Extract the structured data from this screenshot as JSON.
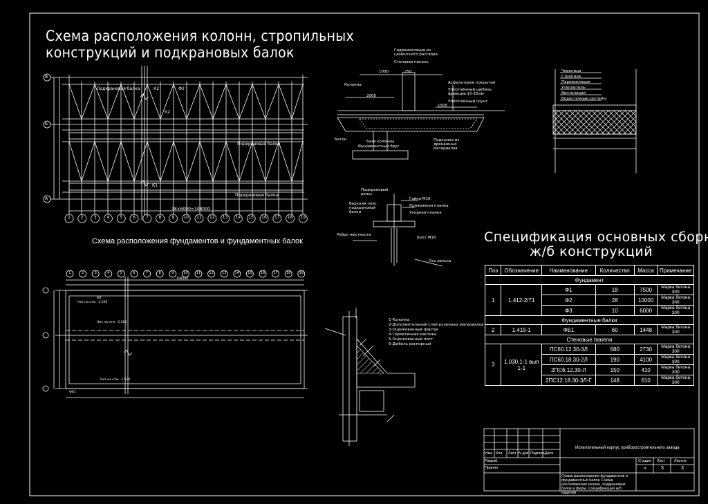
{
  "plan_title_line1": "Схема расположения колонн, стропильных",
  "plan_title_line2": "конструкций и подкрановых балок",
  "foundation_title": "Схема расположения фундаментов и фундаментных балок",
  "spec_title_line1": "Спецификация основных сборных",
  "spec_title_line2": "ж/б конструкций",
  "spec": {
    "headers": [
      "Поз",
      "Обозначение",
      "Наименование",
      "Количество",
      "Масса",
      "Примечание"
    ],
    "section_foundation": "Фундамент",
    "section_beams": "Фундаментные балки",
    "section_panels": "Стеновые панели",
    "pos1": "1",
    "pos1_code": "1.412-2/71",
    "foundation_rows": [
      {
        "name": "Ф1",
        "qty": "18",
        "mass": "7500",
        "note": "Марка бетона 300"
      },
      {
        "name": "Ф2",
        "qty": "28",
        "mass": "10000",
        "note": "Марка бетона 300"
      },
      {
        "name": "Ф3",
        "qty": "10",
        "mass": "6000",
        "note": "Марка бетона 300"
      }
    ],
    "pos2": "2",
    "pos2_code": "1.415-1",
    "beam_row": {
      "name": "ФБ1",
      "qty": "60",
      "mass": "1448",
      "note": "Марка бетона 300"
    },
    "pos3": "3",
    "pos3_code": "1.030.1-1 вып 1-1",
    "panel_rows": [
      {
        "name": "ПС60.12.30-3Л",
        "qty": "680",
        "mass": "2730",
        "note": "Марка бетона 300"
      },
      {
        "name": "ПС60.18.30-2Л",
        "qty": "190",
        "mass": "4100",
        "note": "Марка бетона 300"
      },
      {
        "name": "2ПС6.12.30-Л",
        "qty": "150",
        "mass": "410",
        "note": "Марка бетона 300"
      },
      {
        "name": "2ПС12.18.30-3Л-Г",
        "qty": "148",
        "mass": "610",
        "note": "Марка бетона 300"
      }
    ]
  },
  "title_block": {
    "project": "Испытательный корпус приборостроительного завода",
    "sheet_desc": "Схема расположения фундаментов и фундаментных балок. Схема расположения колонн, подкрановых балок и ферм. Спецификация ж/б изделий",
    "col_izm": "Изм.",
    "col_kol": "Кол.",
    "col_list": "Лист",
    "col_ndok": "N док.",
    "col_podp": "Подпись",
    "col_data": "Дата",
    "razrab": "Разраб.",
    "prinyal": "Принял",
    "stadiya_label": "Стадия",
    "list_label": "Лист",
    "listov_label": "Листов",
    "stadiya": "ч",
    "list": "3",
    "listov": "3"
  },
  "roof_layers": [
    "Черепица",
    "Стропила",
    "Пароизоляция",
    "Утеплитель",
    "Вентиляция",
    "Водосточные системы"
  ],
  "detail1_labels": {
    "hydro": "Гидроизоляция из цементного раствора",
    "panel": "Стеновая панель",
    "column": "Колонна",
    "asphalt": "Асфальтовое покрытие",
    "gravel": "Уплотнённый щебень фракции 15-25мм",
    "soil": "Уплотнённый грунт",
    "beton": "Бетон",
    "base": "База колонны",
    "fbeam": "Фундаментный брус",
    "drain": "Подсыпка из дренажных материалов",
    "dim1000": "1000",
    "dim250": "250",
    "dim2000": "2000",
    "dim1500": "1500"
  },
  "detail2_labels": {
    "crane_beam": "Подкрановый рельс",
    "upper_chord": "Верхний пояс подкрановой балки",
    "nut": "Гайка М16",
    "plate": "Прижимная планка",
    "lower_plate": "Упорная планка",
    "rib": "Ребро жесткости",
    "bolt": "Болт М16",
    "axis": "Ось рельса"
  },
  "detail3_legend": [
    "1-Колонна",
    "2-Дополнительный слой рулонных материалов",
    "3-Оцинкованный фартук",
    "4-Герметичная мастика",
    "5-Оцинкованный лист",
    "6-Дюбель распорный"
  ],
  "plan_labels": {
    "crane_beam_top": "Подкрановая балка",
    "crane_beam_mid": "Подкрановая балка",
    "crane_beam_bot": "Подкрановая балка",
    "k2a": "К2",
    "f2": "Ф2",
    "k2b": "К2",
    "k1": "К1",
    "span_total": "18×6000=108000",
    "axis_letters": [
      "А",
      "Б",
      "В"
    ],
    "axis_numbers": [
      "1",
      "2",
      "3",
      "4",
      "5",
      "6",
      "7",
      "8",
      "9",
      "10",
      "11",
      "12",
      "13",
      "14",
      "15",
      "16",
      "17",
      "18",
      "19"
    ]
  },
  "foundation_labels": {
    "f1": "Ф1",
    "fb1": "ФБ1",
    "level1": "Низ на отм. -1.500",
    "level2": "Низ на отм. -1.500",
    "level3": "Низ на отм. -1.500",
    "total": "108000"
  }
}
